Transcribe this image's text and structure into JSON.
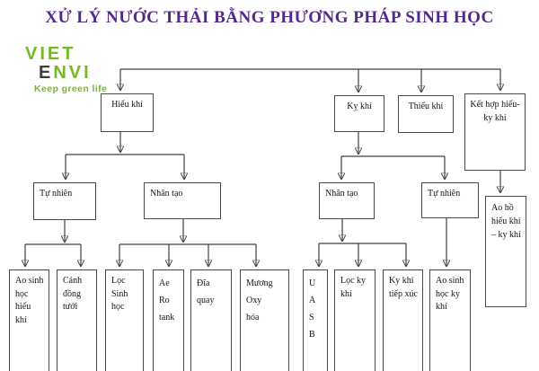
{
  "title": "XỬ LÝ NƯỚC THẢI BẰNG PHƯƠNG PHÁP SINH HỌC",
  "logo": {
    "word1": "VIET",
    "word2_prefix": "E",
    "word2_suffix": "NVI",
    "tagline": "Keep green life"
  },
  "colors": {
    "title_purple": "#54278E",
    "logo_green": "#76B82A",
    "logo_dark": "#3D3D3B",
    "line_color": "#404040"
  },
  "flowchart": {
    "level1": {
      "hieu_khi": "Hiếu khí",
      "ky_khi": "Kỵ khí",
      "thieu_khi": "Thiếu khí",
      "ket_hop": "Kết hợp hiếu-\nky khí"
    },
    "level2": {
      "tu_nhien_left": "Tự nhiên",
      "nhan_tao_left": "Nhân tạo",
      "nhan_tao_right": "Nhân tạo",
      "tu_nhien_right": "Tự nhiên",
      "ao_ho": "Ao hồ\nhiếu khí\n– ky khí"
    },
    "level3": {
      "ao_sinh_hoc_hieu_khi": "Ao sinh\nhọc\nhiếu\nkhí",
      "canh_dong_tuoi": "Cánh\nđồng\ntưới",
      "loc_sinh_hoc": "Lọc\nSinh\nhọc",
      "aerotank": "Ae\nRo\ntank",
      "dia_quay": "Đĩa\nquay",
      "muong_oxy_hoa": "Mương\nOxy\nhóa",
      "uasb": "U\nA\nS\nB",
      "loc_ky_khi": "Lọc ky\nkhí",
      "ky_khi_tiep_xuc": "Ky khí\ntiếp xúc",
      "ao_sinh_hoc_ky_khi": "Ao sinh\nhọc ky\nkhí"
    }
  }
}
